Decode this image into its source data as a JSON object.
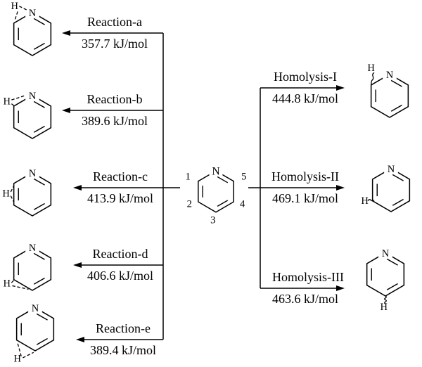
{
  "ink": "#000000",
  "background": "#ffffff",
  "atoms": {
    "nitrogen": "N",
    "hydrogen": "H"
  },
  "center_molecule": {
    "positions": [
      "1",
      "2",
      "3",
      "4",
      "5"
    ]
  },
  "left_reactions": [
    {
      "label": "Reaction-a",
      "energy": "357.7 kJ/mol"
    },
    {
      "label": "Reaction-b",
      "energy": "389.6 kJ/mol"
    },
    {
      "label": "Reaction-c",
      "energy": "413.9 kJ/mol"
    },
    {
      "label": "Reaction-d",
      "energy": "406.6 kJ/mol"
    },
    {
      "label": "Reaction-e",
      "energy": "389.4 kJ/mol"
    }
  ],
  "right_reactions": [
    {
      "label": "Homolysis-I",
      "energy": "444.8 kJ/mol"
    },
    {
      "label": "Homolysis-II",
      "energy": "469.1 kJ/mol"
    },
    {
      "label": "Homolysis-III",
      "energy": "463.6 kJ/mol"
    }
  ]
}
